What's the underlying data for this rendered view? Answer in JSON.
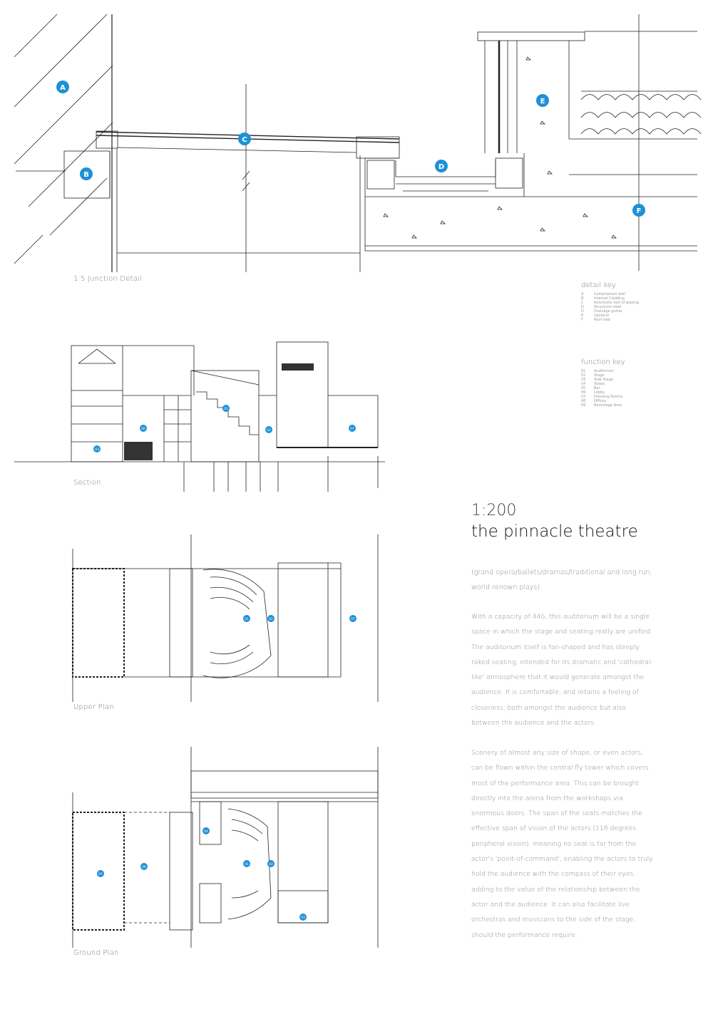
{
  "captions": {
    "junction": "1:5 Junction Detail",
    "section": "Section",
    "upper_plan": "Upper Plan",
    "ground_plan": "Ground Plan"
  },
  "detail_markers": [
    "A",
    "B",
    "C",
    "D",
    "E",
    "F"
  ],
  "section_markers": [
    "01",
    "02",
    "03",
    "06",
    "07"
  ],
  "upper_plan_markers": [
    "01",
    "02",
    "07"
  ],
  "ground_plan_markers": [
    "01",
    "02",
    "03",
    "04",
    "05",
    "06"
  ],
  "detail_key": {
    "title": "detail key",
    "items": [
      {
        "k": "A",
        "v": "Compression wall"
      },
      {
        "k": "B",
        "v": "Internal Cladding"
      },
      {
        "k": "C",
        "v": "Automatic roof of glazing"
      },
      {
        "k": "D",
        "v": "Structural steel"
      },
      {
        "k": "D",
        "v": "Drainage gutter"
      },
      {
        "k": "E",
        "v": "Upstand"
      },
      {
        "k": "F",
        "v": "Roof slab"
      }
    ]
  },
  "function_key": {
    "title": "function key",
    "items": [
      {
        "k": "01",
        "v": "Auditorium"
      },
      {
        "k": "02",
        "v": "Stage"
      },
      {
        "k": "03",
        "v": "Side Stage"
      },
      {
        "k": "04",
        "v": "Toilets"
      },
      {
        "k": "05",
        "v": "Bar"
      },
      {
        "k": "06",
        "v": "Lobby"
      },
      {
        "k": "07",
        "v": "Dressing Rooms"
      },
      {
        "k": "08",
        "v": "Offices"
      },
      {
        "k": "09",
        "v": "Backstage Area"
      }
    ]
  },
  "scale": "1:200",
  "title": "the pinnacle theatre",
  "subtitle": "(grand opera/ballets/dramas/traditional and long run, world renown plays)",
  "paragraph1": "With a capacity of 446, this auditorium will be a single space in which the stage and seating really are unified. The auditorium itself is fan-shaped and has steeply raked seating, intended for its dramatic and 'cathedral-like' atmosphere that it would generate amongst the audience. It is comfortable, and retains a feeling of closeness, both amongst the audience but also between the audience and the actors.",
  "paragraph2": "Scenery of almost any size of shape, or even actors, can be flown within the central fly tower which covers most of the performance area. This can be brought directly into the arena from the workshops via enormous doors. The span of the seats matches the effective span of vision of the actors (118 degrees peripheral vision), meaning no seat is far from the actor's 'point-of-command', enabling the actors to truly hold the audience with the compass of their eyes, adding to the value of the relationship between the actor and the audience. It can also facilitate live orchestras and musicians to the side of the stage, should the performance require.",
  "accent_color": "#1e90d6"
}
